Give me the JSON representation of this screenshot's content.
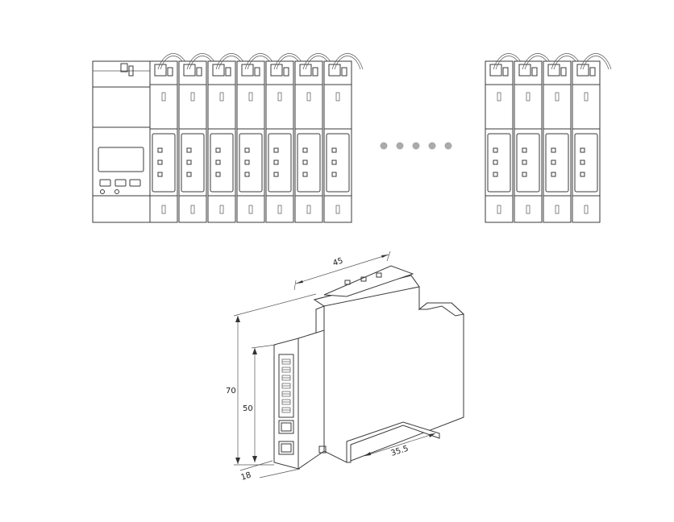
{
  "module_chain": {
    "left_modules": 7,
    "right_modules": 4,
    "ellipsis_dots": 5,
    "dot_color": "#aaaaaa"
  },
  "dimensions": {
    "width": "45",
    "height_total": "70",
    "height_front": "50",
    "depth_front": "18",
    "rail_width": "35.5"
  },
  "line_color": "#3a3a3a"
}
